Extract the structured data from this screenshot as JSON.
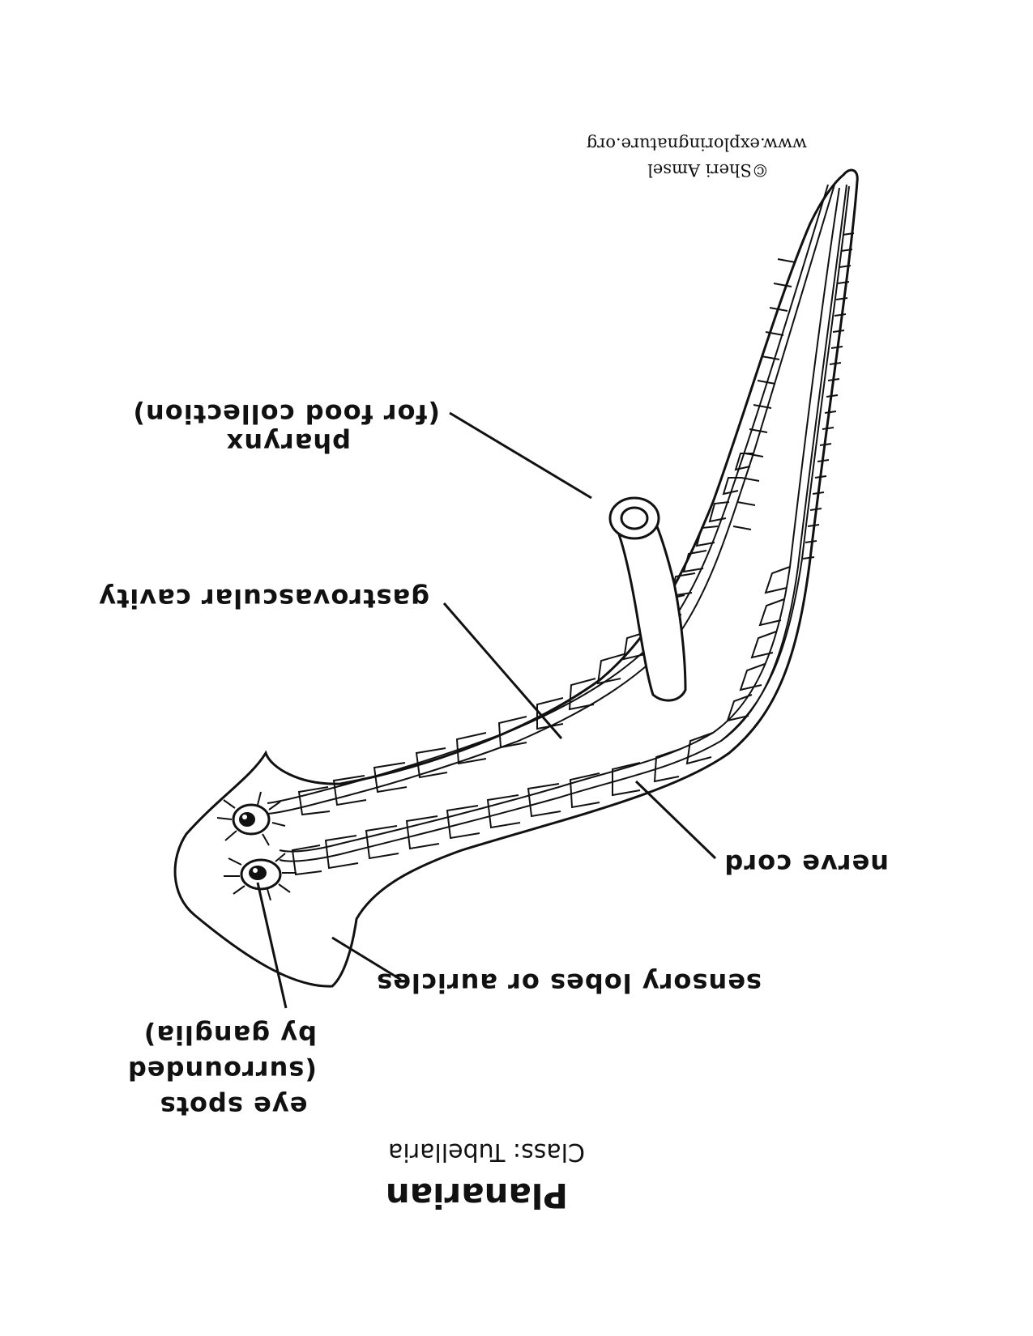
{
  "credit": {
    "website": "www.exploringnature.org",
    "author": "©Sheri Amsel"
  },
  "labels": {
    "pharynx": "pharynx",
    "pharynx_note": "(for food collection)",
    "gastrovascular": "gastrovascular cavity",
    "nerve_cord": "nerve cord",
    "sensory_lobes": "sensory lobes or auricles",
    "eye_spots": [
      "eye spots",
      "(surrounded",
      "by ganglia)"
    ]
  },
  "title": "Planarian",
  "subtitle": "Class: Tubellaria"
}
